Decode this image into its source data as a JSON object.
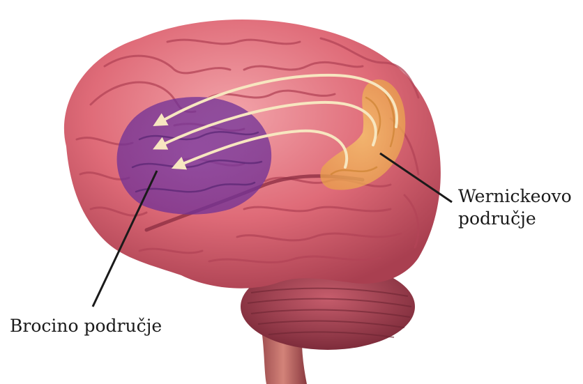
{
  "labels": {
    "wernicke": {
      "line1": "Wernickeovo",
      "line2": "područje"
    },
    "broca": "Brocino područje"
  },
  "colors": {
    "brain": "#d9626f",
    "brain_light": "#ec8d96",
    "brain_dark": "#a83e4d",
    "broca_area": "#7b3a9c",
    "wernicke_area": "#f0b457",
    "arrows": "#f7e6c0",
    "leader_lines": "#1a1a1a"
  }
}
